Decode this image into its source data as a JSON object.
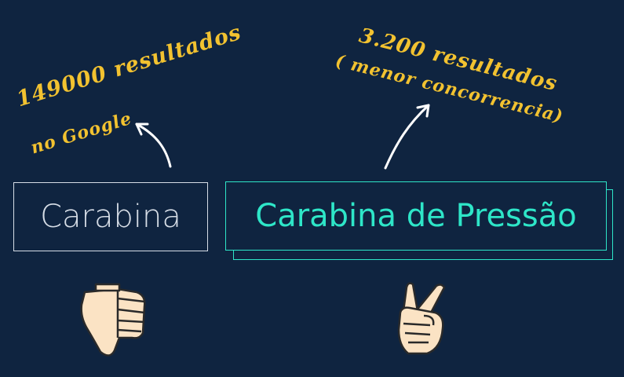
{
  "notes": {
    "left_line1": "149000 resultados",
    "left_line2": "no Google",
    "right_line1": "3.200 resultados",
    "right_line2": "( menor concorrencia)"
  },
  "keywords": {
    "broad": "Carabina",
    "long_tail": "Carabina de Pressão"
  },
  "icons": {
    "left_hand": "thumbs-down-icon",
    "right_hand": "victory-hand-icon"
  },
  "colors": {
    "background": "#0f2440",
    "note": "#f2c230",
    "broad_box": "#d6dde6",
    "long_tail_box": "#2ee6c8"
  }
}
